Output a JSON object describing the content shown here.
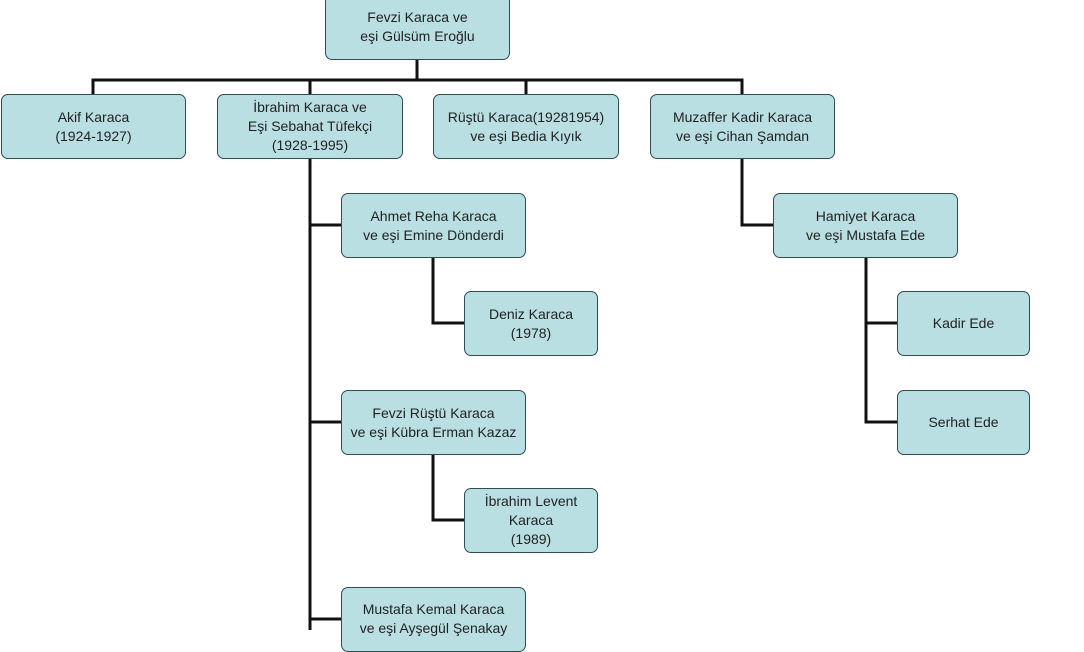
{
  "diagram": {
    "type": "family-tree",
    "line_color": "#111111",
    "box_fill": "#b9dfe3",
    "box_border": "#2e4e52",
    "nodes": {
      "root": "Fevzi Karaca ve\neşi Gülsüm Eroğlu",
      "akif": "Akif Karaca\n(1924-1927)",
      "ibrahim": "İbrahim Karaca ve\nEşi Sebahat Tüfekçi\n(1928-1995)",
      "rustu": "Rüştü Karaca(19281954)\nve eşi Bedia Kıyık",
      "muzaffer": "Muzaffer Kadir Karaca\nve eşi Cihan Şamdan",
      "ahmet": "Ahmet Reha Karaca\nve eşi Emine Dönderdi",
      "deniz": "Deniz Karaca\n(1978)",
      "fevzi_rustu": "Fevzi Rüştü Karaca\nve eşi Kübra Erman Kazaz",
      "ibrahim_levent": "İbrahim Levent\nKaraca\n(1989)",
      "mustafa_kemal": "Mustafa Kemal Karaca\nve eşi Ayşegül Şenakay",
      "hamiyet": "Hamiyet Karaca\nve eşi Mustafa Ede",
      "kadir": "Kadir Ede",
      "serhat": "Serhat Ede"
    }
  }
}
